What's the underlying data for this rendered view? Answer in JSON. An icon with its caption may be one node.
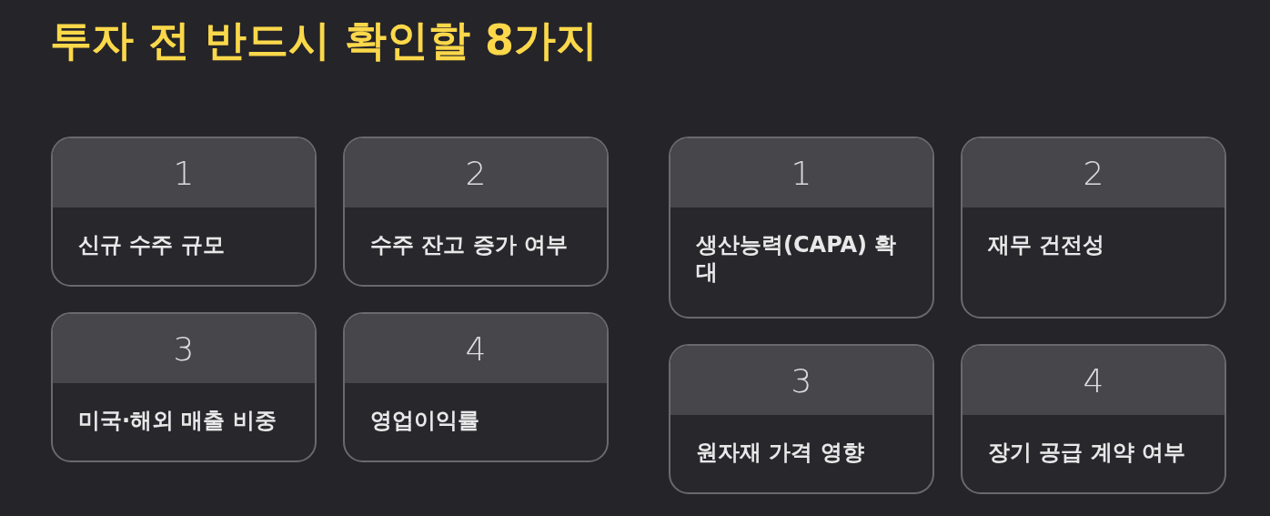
{
  "diagram": {
    "title": "투자 전 반드시 확인할 8가지",
    "nodes": [
      {
        "text": [
          "1",
          "신규 수주 규모"
        ]
      },
      {
        "text": [
          "2",
          "수주 잔고 증가 여부"
        ]
      },
      {
        "text": [
          "3",
          "미국·해외 매출 비중"
        ]
      },
      {
        "text": [
          "4",
          "영업이익률"
        ]
      },
      {
        "text": [
          "1",
          "생산능력(CAPA) 확대"
        ]
      },
      {
        "text": [
          "2",
          "재무 건전성"
        ]
      },
      {
        "text": [
          "3",
          "원자재 가격 영향"
        ]
      },
      {
        "text": [
          "4",
          "장기 공급 계약 여부"
        ]
      }
    ]
  }
}
